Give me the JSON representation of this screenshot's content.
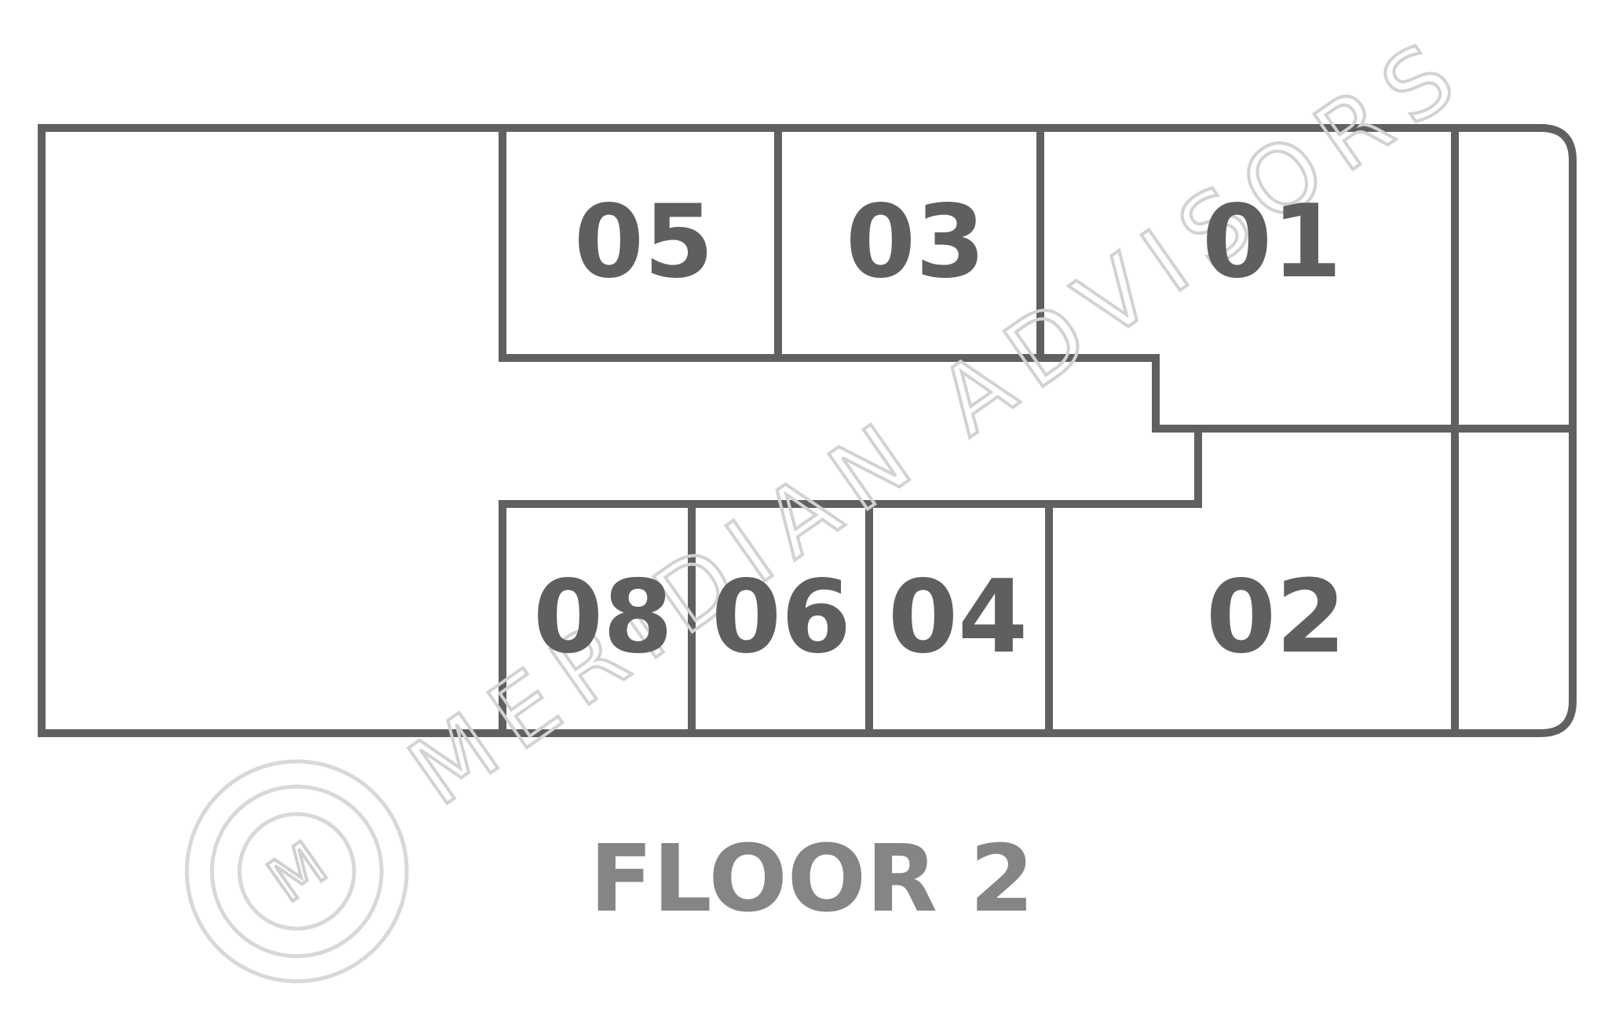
{
  "floor_title": "FLOOR 2",
  "units": {
    "u05": "05",
    "u03": "03",
    "u01": "01",
    "u08": "08",
    "u06": "06",
    "u04": "04",
    "u02": "02"
  },
  "watermark": {
    "text": "MERIDIAN ADVISORS",
    "monogram": "M"
  },
  "colors": {
    "walls": "#606060",
    "unit_labels": "#5f5f5f",
    "floor_title": "#858585",
    "watermark": "#d2d2d2"
  }
}
